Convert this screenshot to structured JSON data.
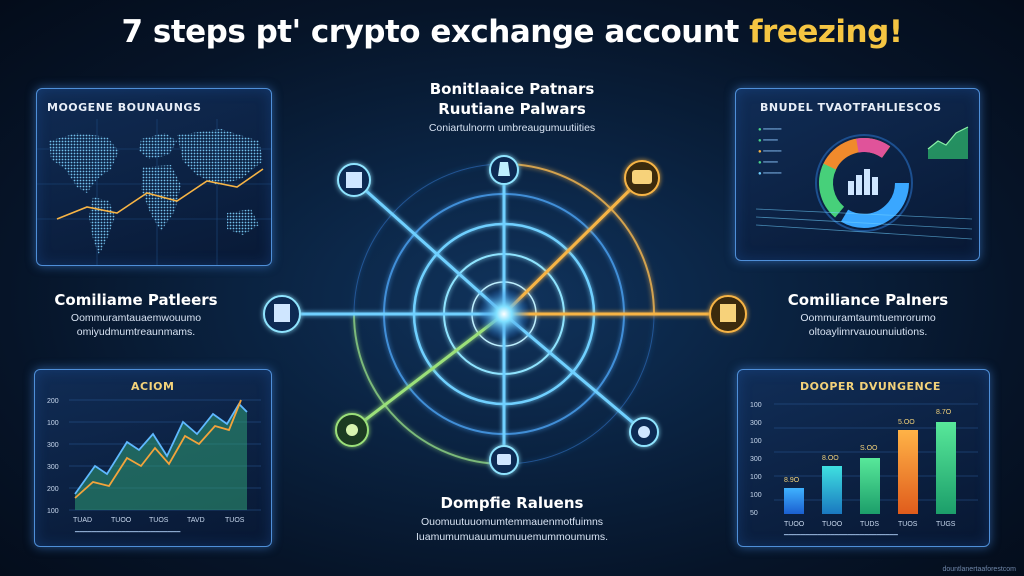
{
  "title": {
    "part1": "7 steps pt' crypto exchange account ",
    "part2": "freezing!"
  },
  "center_top": {
    "heading1": "Bonitlaaice Patnars",
    "heading2": "Ruutiane Palwars",
    "sub": "Coniartulnorm umbreaugumuutiities"
  },
  "left_mid": {
    "heading": "Comiliame Patleers",
    "sub1": "Oommuramtauaemwouumo",
    "sub2": "omiyudmumtreaunmams."
  },
  "right_mid": {
    "heading": "Comiliance Palners",
    "sub1": "Oommuramtaumtuemrorumo",
    "sub2": "oltoaylimrvauounuiutions."
  },
  "center_bottom": {
    "heading": "Dompfie Raluens",
    "sub1": "Ouomuutuuomumtemmauenmotfuimns",
    "sub2": "Iuamumumuauumumuuemummoumums."
  },
  "panels": {
    "map": {
      "title": "MOOGENE BOUNAUNGS"
    },
    "donut": {
      "title": "BNUDEL TVAOTFAHLIESCOS",
      "legend": [
        "━━━━━",
        "━━━━",
        "━━━━━",
        "━━━━",
        "━━━━━"
      ]
    },
    "line": {
      "title": "ACIOM",
      "ticks_y": [
        "200",
        "100",
        "300",
        "300",
        "200",
        "100"
      ],
      "ticks_x": [
        "TUAD",
        "TUOO",
        "TUOS",
        "TAVD",
        "TUOS"
      ],
      "caption": "━━━━━━━━━━━━━━━━━━━━━━━━━"
    },
    "bars": {
      "title": "DOOPER DVUNGENCE",
      "ticks_y": [
        "100",
        "300",
        "100",
        "300",
        "100",
        "100",
        "50"
      ],
      "bar_labels": [
        "8.9O",
        "8.OO",
        "S.OO",
        "5.OO",
        "8.7O"
      ],
      "ticks_x": [
        "TUOO",
        "TUOO",
        "TUDS",
        "TUOS",
        "TUGS"
      ],
      "caption": "━━━━━━━━━━━━━━━━━━━━━━━━━━━"
    }
  },
  "watermark": "dountlanertaaforestcom",
  "colors": {
    "blue_glow": "#6fd0ff",
    "gold_glow": "#f7b445",
    "green_glow": "#9be07a",
    "panel_border": "#4f8fd8"
  },
  "icons": {
    "hub_top": "bar-chart-icon",
    "hub_top_left": "building-icon",
    "hub_top_right": "handshake-icon",
    "hub_left": "building-icon",
    "hub_right": "building-icon",
    "hub_bottom_left": "hand-coin-icon",
    "hub_bottom_right": "coin-icon",
    "hub_bottom": "wallet-icon"
  }
}
